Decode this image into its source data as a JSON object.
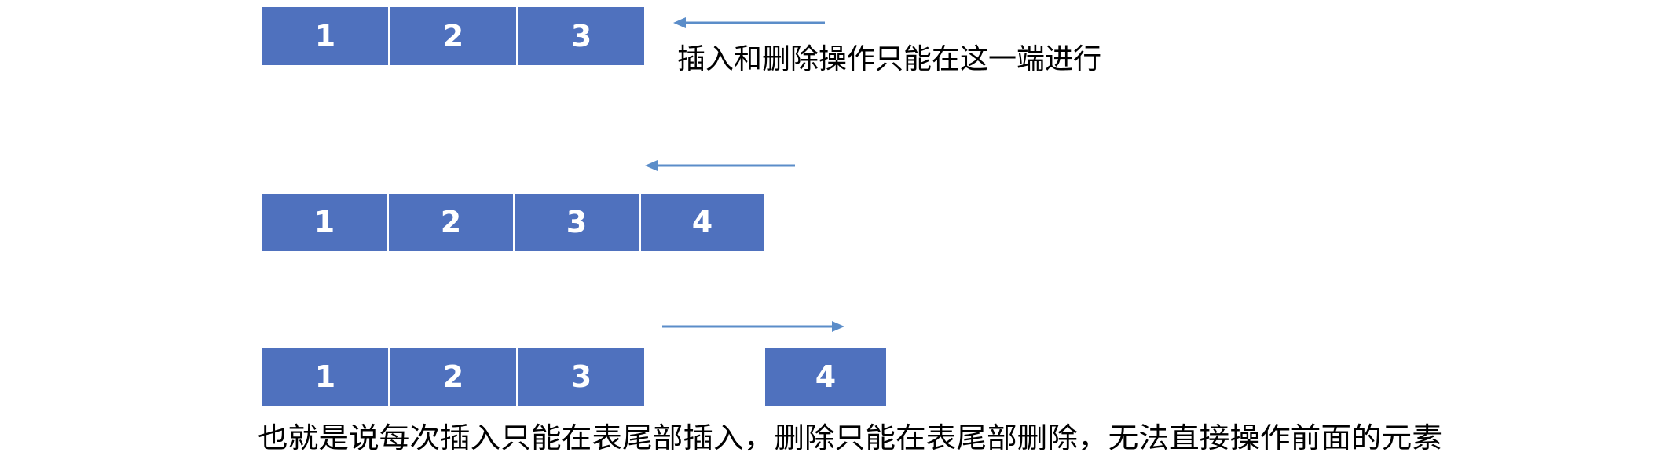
{
  "diagram": {
    "note_top": "插入和删除操作只能在这一端进行",
    "note_bottom": "也就是说每次插入只能在表尾部插入，删除只能在表尾部删除，无法直接操作前面的元素",
    "rows": [
      {
        "cells": [
          "1",
          "2",
          "3"
        ],
        "arrow_direction": "left"
      },
      {
        "cells": [
          "1",
          "2",
          "3",
          "4"
        ],
        "arrow_direction": "left"
      },
      {
        "cells": [
          "1",
          "2",
          "3"
        ],
        "detached_cell": "4",
        "arrow_direction": "right"
      }
    ],
    "colors": {
      "cell_fill": "#4f71be",
      "cell_text": "#ffffff",
      "arrow": "#5b8dc9",
      "caption_text": "#000000"
    }
  }
}
